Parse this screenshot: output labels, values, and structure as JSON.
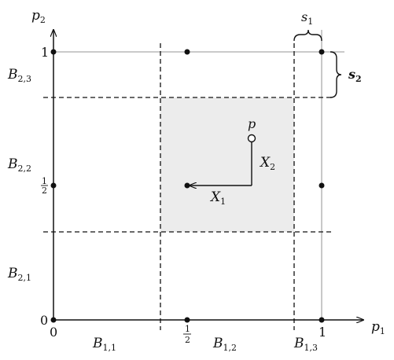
{
  "axes": {
    "x": {
      "label": "p",
      "sub": "1"
    },
    "y": {
      "label": "p",
      "sub": "2"
    }
  },
  "ticks": {
    "x0": "0",
    "x1": "1",
    "xhalf_num": "1",
    "xhalf_den": "2",
    "y0": "0",
    "y1": "1",
    "yhalf_num": "1",
    "yhalf_den": "2"
  },
  "bins_x": [
    {
      "label": "B",
      "sub": "1,1"
    },
    {
      "label": "B",
      "sub": "1,2"
    },
    {
      "label": "B",
      "sub": "1,3"
    }
  ],
  "bins_y": [
    {
      "label": "B",
      "sub": "2,1"
    },
    {
      "label": "B",
      "sub": "2,2"
    },
    {
      "label": "B",
      "sub": "2,3"
    }
  ],
  "widths": {
    "s1": {
      "label": "s",
      "sub": "1"
    },
    "s2": {
      "label": "s",
      "sub": "2"
    }
  },
  "point": {
    "label": "p"
  },
  "moves": {
    "x": {
      "label": "X",
      "sub": "1"
    },
    "y": {
      "label": "X",
      "sub": "2"
    }
  },
  "colors": {
    "axis": "#111111",
    "grid": "#aaaaaa",
    "shade": "#ececec",
    "dash": "#111111"
  }
}
